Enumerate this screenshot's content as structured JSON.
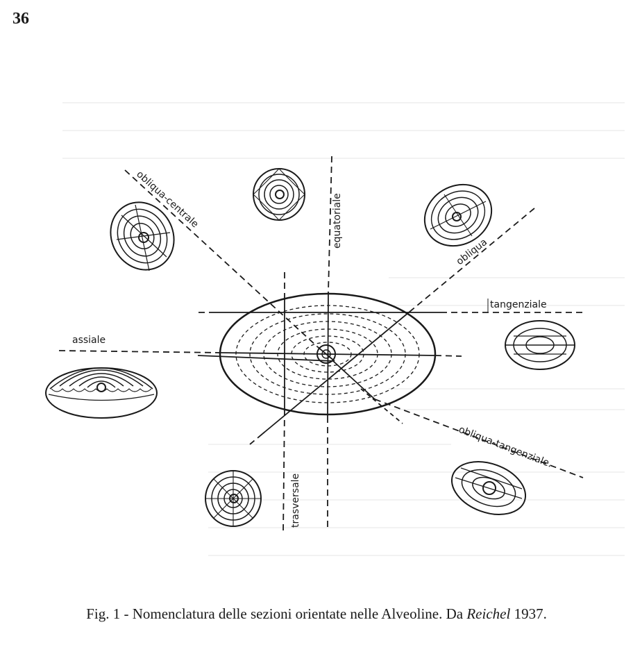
{
  "page_number": "36",
  "figure": {
    "labels": {
      "obliqua_centrale": "obliqua-centrale",
      "equatoriale": "equatoriale",
      "obliqua": "obliqua",
      "tangenziale": "tangenziale",
      "assiale": "assiale",
      "trasversale": "trasversale",
      "obliqua_tangenziale": "obliqua-tangenziale."
    }
  },
  "caption": {
    "prefix": "Fig. 1 - Nomenclatura delle sezioni orientate nelle Alveoline. Da ",
    "author": "Reichel",
    "year": " 1937."
  }
}
